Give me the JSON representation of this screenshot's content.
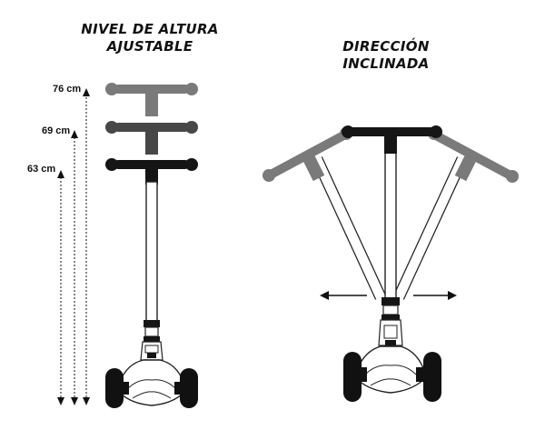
{
  "left_panel": {
    "title_line1": "NIVEL DE ALTURA",
    "title_line2": "AJUSTABLE",
    "heights": [
      {
        "label": "76 cm",
        "value_cm": 76,
        "color": "#7a7a7a"
      },
      {
        "label": "69 cm",
        "value_cm": 69,
        "color": "#474747"
      },
      {
        "label": "63 cm",
        "value_cm": 63,
        "color": "#151515"
      }
    ]
  },
  "right_panel": {
    "title_line1": "DIRECCIÓN",
    "title_line2": "INCLINADA",
    "tilt_directions": [
      "left",
      "right"
    ]
  },
  "colors": {
    "light_bar": "#7a7a7a",
    "mid_bar": "#474747",
    "dark_bar": "#151515",
    "outline": "#222222"
  }
}
